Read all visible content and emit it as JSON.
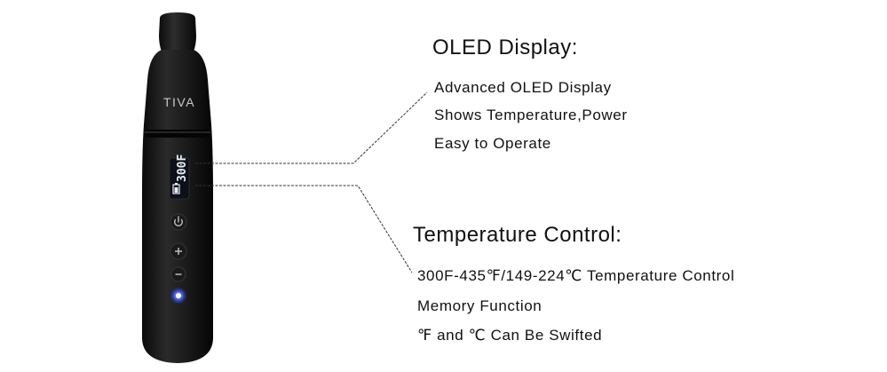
{
  "product": {
    "brand": "TIVA",
    "display_reading": "300F"
  },
  "oled_section": {
    "title": "OLED Display:",
    "lines": [
      "Advanced OLED Display",
      "Shows Temperature,Power",
      "Easy to Operate"
    ]
  },
  "temperature_section": {
    "title": "Temperature Control:",
    "lines": [
      "300F-435℉/149-224℃ Temperature Control",
      "Memory Function",
      "℉ and ℃ Can Be Swifted"
    ]
  },
  "colors": {
    "body": "#141414",
    "led": "#3b5cff",
    "display_text": "#e8eef6",
    "leader_lines": "#333333"
  },
  "icons": [
    "power-icon",
    "plus-icon",
    "minus-icon",
    "battery-icon"
  ]
}
